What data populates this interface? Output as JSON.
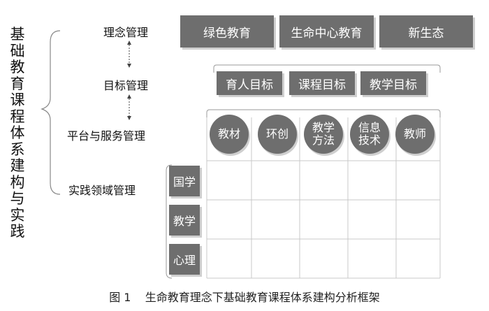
{
  "title": "基础教育课程体系建构与实践",
  "levels": {
    "concept": "理念管理",
    "goal": "目标管理",
    "platform": "平台与服务管理",
    "practice": "实践领域管理"
  },
  "concept_boxes": [
    "绿色教育",
    "生命中心教育",
    "新生态"
  ],
  "goal_boxes": [
    "育人目标",
    "课程目标",
    "教学目标"
  ],
  "platform_items": [
    {
      "line1": "教材",
      "line2": ""
    },
    {
      "line1": "环创",
      "line2": ""
    },
    {
      "line1": "教学",
      "line2": "方法"
    },
    {
      "line1": "信息",
      "line2": "技术"
    },
    {
      "line1": "教师",
      "line2": ""
    }
  ],
  "practice_rows": [
    "国学",
    "教学",
    "心理"
  ],
  "caption": "图 1    生命教育理念下基础教育课程体系建构分析框架"
}
